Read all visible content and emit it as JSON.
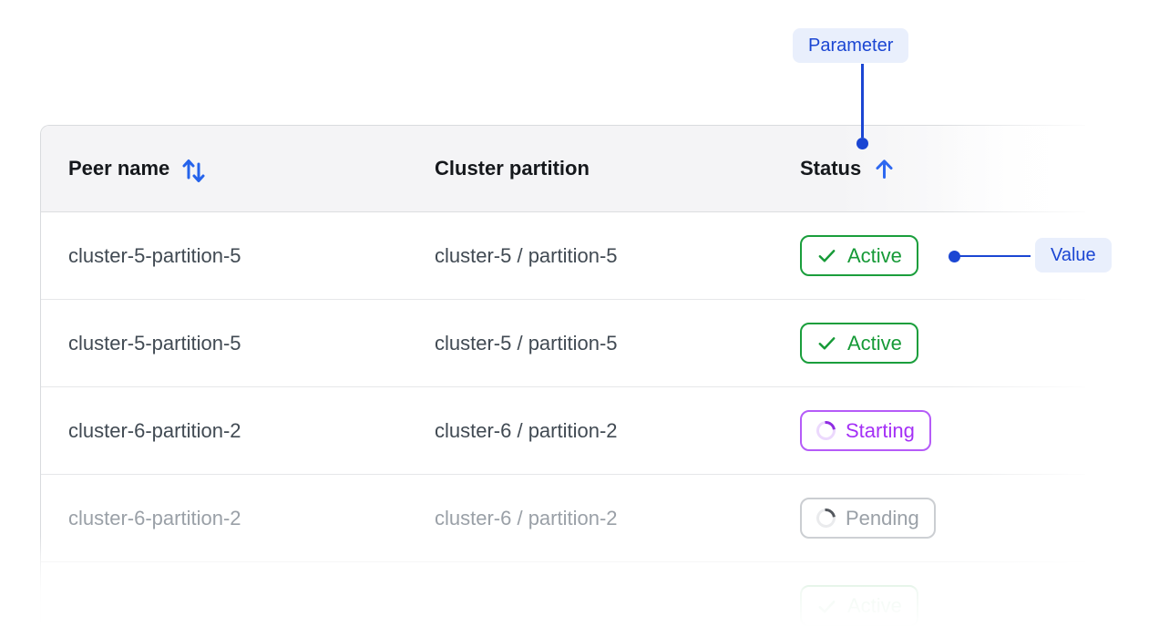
{
  "annotations": {
    "parameter_label": "Parameter",
    "value_label": "Value",
    "accent_color": "#1b46d3",
    "pill_bg": "#e9effc"
  },
  "table": {
    "columns": [
      {
        "label": "Peer name",
        "sort_icon": "sort-both-icon",
        "sortable": true
      },
      {
        "label": "Cluster partition",
        "sortable": false
      },
      {
        "label": "Status",
        "sort_icon": "sort-asc-icon",
        "sortable": true
      }
    ],
    "rows": [
      {
        "peer_name": "cluster-5-partition-5",
        "cluster_partition": "cluster-5 / partition-5",
        "status": "Active",
        "status_kind": "active",
        "dimmed": false,
        "partial": false
      },
      {
        "peer_name": "cluster-5-partition-5",
        "cluster_partition": "cluster-5 / partition-5",
        "status": "Active",
        "status_kind": "active",
        "dimmed": false,
        "partial": false
      },
      {
        "peer_name": "cluster-6-partition-2",
        "cluster_partition": "cluster-6 / partition-2",
        "status": "Starting",
        "status_kind": "starting",
        "dimmed": false,
        "partial": false
      },
      {
        "peer_name": "cluster-6-partition-2",
        "cluster_partition": "cluster-6 / partition-2",
        "status": "Pending",
        "status_kind": "pending",
        "dimmed": true,
        "partial": false
      },
      {
        "peer_name": "",
        "cluster_partition": "",
        "status": "Active",
        "status_kind": "active",
        "dimmed": true,
        "partial": true
      }
    ],
    "status_colors": {
      "active": "#169a37",
      "starting": "#a430f6",
      "pending": "#9aa0a7"
    },
    "header_bg": "#f4f4f6",
    "sort_icon_color": "#2563eb"
  }
}
